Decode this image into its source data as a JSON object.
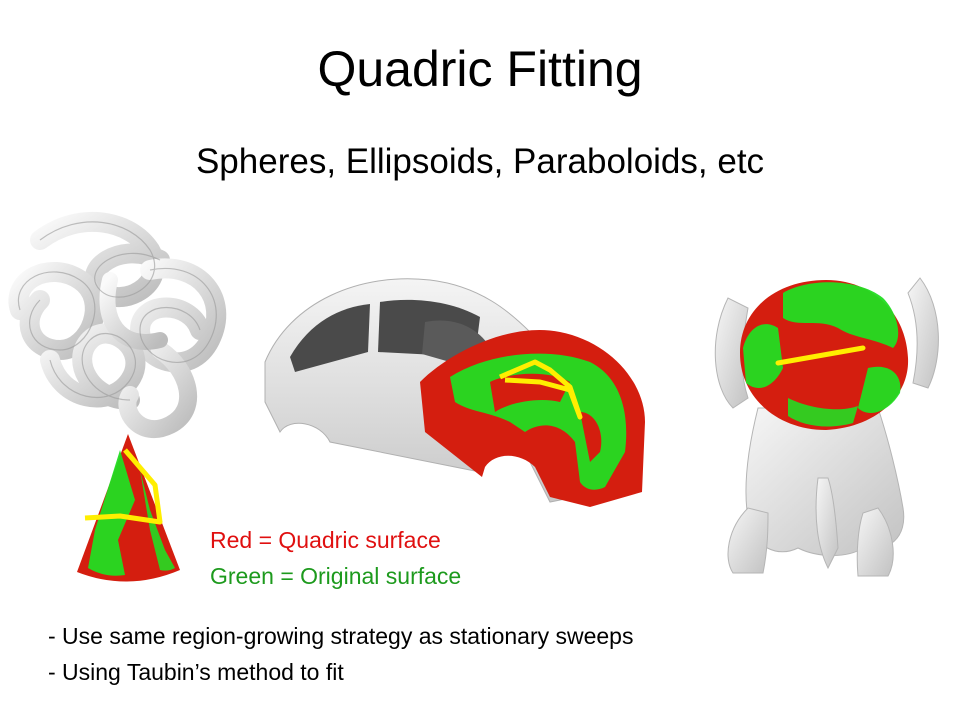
{
  "slide": {
    "title": "Quadric Fitting",
    "subtitle": "Spheres, Ellipsoids, Paraboloids, etc"
  },
  "legend": {
    "red": "Red = Quadric surface",
    "green": "Green = Original surface"
  },
  "bullets": [
    "- Use same region-growing strategy as stationary sweeps",
    "- Using Taubin’s method to fit"
  ],
  "colors": {
    "quadric": "#d41e0f",
    "original": "#22dd22",
    "highlight": "#ffee00",
    "mesh": "#e6e6e6"
  }
}
